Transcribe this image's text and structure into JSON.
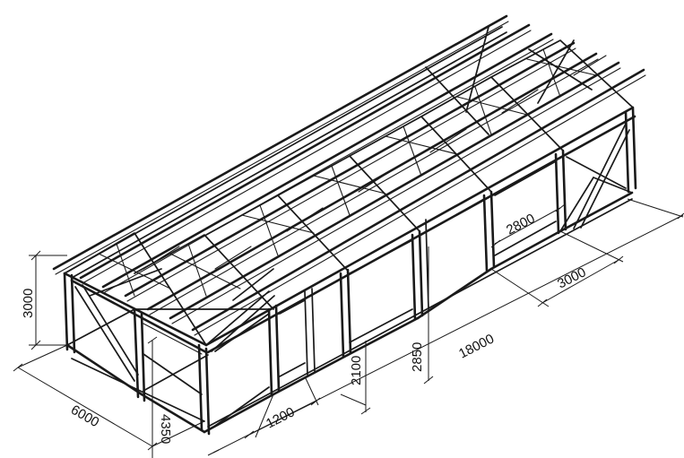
{
  "dimensions": {
    "height_total": "3000",
    "width": "6000",
    "length": "18000",
    "bay_spacing": "3000",
    "door_width": "2800",
    "door_height": "2850",
    "window_height": "2100",
    "window_width": "1200",
    "column_height": "4350"
  }
}
